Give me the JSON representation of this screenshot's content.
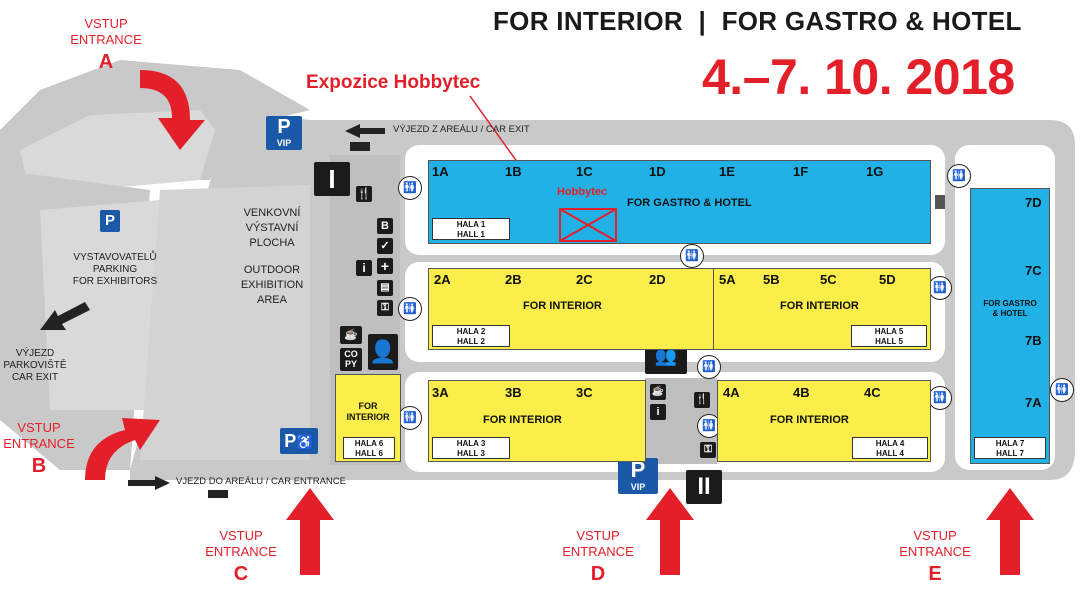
{
  "header": {
    "title_left": "FOR INTERIOR",
    "separator": "|",
    "title_right": "FOR GASTRO & HOTEL",
    "date": "4.–7. 10. 2018"
  },
  "annotation": {
    "title": "Expozice Hobbytec",
    "marker": "Hobbytec"
  },
  "entrances": [
    {
      "line1": "VSTUP",
      "line2": "ENTRANCE",
      "letter": "A"
    },
    {
      "line1": "VSTUP",
      "line2": "ENTRANCE",
      "letter": "B"
    },
    {
      "line1": "VSTUP",
      "line2": "ENTRANCE",
      "letter": "C"
    },
    {
      "line1": "VSTUP",
      "line2": "ENTRANCE",
      "letter": "D"
    },
    {
      "line1": "VSTUP",
      "line2": "ENTRANCE",
      "letter": "E"
    }
  ],
  "roads": {
    "car_exit": "VÝJEZD Z AREÁLU / CAR EXIT",
    "car_entrance": "VJEZD DO AREÁLU / CAR ENTRANCE",
    "parking_exit_1": "VÝJEZD",
    "parking_exit_2": "PARKOVIŠTĚ",
    "parking_exit_3": "CAR EXIT"
  },
  "parking": {
    "line1": "VYSTAVOVATELŮ",
    "line2": "PARKING",
    "line3": "FOR EXHIBITORS",
    "symbol": "P",
    "vip": "VIP"
  },
  "outdoor": {
    "cz1": "VENKOVNÍ",
    "cz2": "VÝSTAVNÍ",
    "cz3": "PLOCHA",
    "en1": "OUTDOOR",
    "en2": "EXHIBITION",
    "en3": "AREA"
  },
  "halls": {
    "hall1": {
      "stands": [
        "1A",
        "1B",
        "1C",
        "1D",
        "1E",
        "1F",
        "1G"
      ],
      "label": "FOR GASTRO & HOTEL",
      "cz": "HALA 1",
      "en": "HALL 1",
      "color": "#22b1e6"
    },
    "hall2": {
      "stands": [
        "2A",
        "2B",
        "2C",
        "2D"
      ],
      "label": "FOR INTERIOR",
      "cz": "HALA 2",
      "en": "HALL 2",
      "color": "#fbed4a"
    },
    "hall5": {
      "stands": [
        "5A",
        "5B",
        "5C",
        "5D"
      ],
      "label": "FOR INTERIOR",
      "cz": "HALA 5",
      "en": "HALL 5"
    },
    "hall3": {
      "stands": [
        "3A",
        "3B",
        "3C"
      ],
      "label": "FOR INTERIOR",
      "cz": "HALA 3",
      "en": "HALL 3"
    },
    "hall4": {
      "stands": [
        "4A",
        "4B",
        "4C"
      ],
      "label": "FOR INTERIOR",
      "cz": "HALA 4",
      "en": "HALL 4"
    },
    "hall6": {
      "label_1": "FOR",
      "label_2": "INTERIOR",
      "cz": "HALA 6",
      "en": "HALL 6"
    },
    "hall7": {
      "stands": [
        "7D",
        "7C",
        "7B",
        "7A"
      ],
      "label_1": "FOR GASTRO",
      "label_2": "& HOTEL",
      "cz": "HALA 7",
      "en": "HALL 7"
    }
  },
  "gates": {
    "one": "I",
    "two": "II"
  },
  "services": {
    "copy_1": "CO",
    "copy_2": "PY",
    "info": "i",
    "bank": "B",
    "first_aid": "+"
  },
  "colors": {
    "red": "#e3202a",
    "blue_hall": "#22b1e6",
    "yellow_hall": "#fbed4a",
    "road": "#c8c8c8",
    "parking": "#1a58a8"
  }
}
